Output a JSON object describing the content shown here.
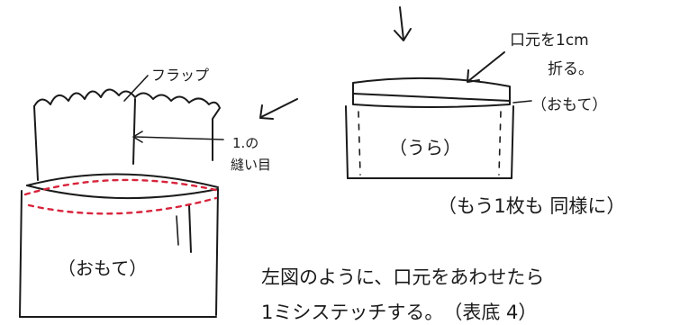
{
  "labels": {
    "flap": "フラップ",
    "seam_number": "1.の",
    "seam_word": "縫い目",
    "front_bottom": "（おもて）",
    "back": "（うら）",
    "front_right": "（おもて）",
    "fold_line1": "口元を1cm",
    "fold_line2": "折る。",
    "same_note": "（もう1枚も 同様に）",
    "instruction_line1": "左図のように、口元をあわせたら",
    "instruction_line2": "1ミシステッチする。　（表底 4）"
  },
  "colors": {
    "ink": "#1a1a1a",
    "stitch": "#d8243c",
    "paper": "#ffffff"
  }
}
